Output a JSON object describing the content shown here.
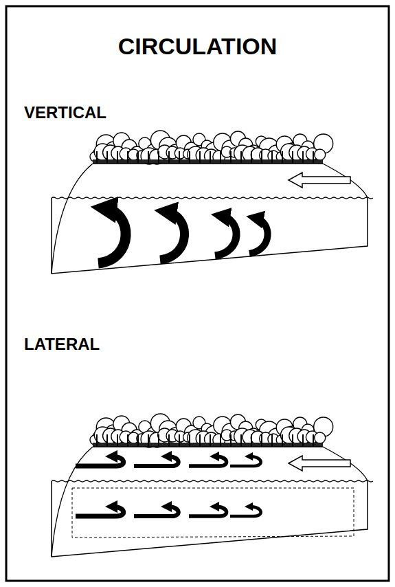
{
  "diagram": {
    "title": "CIRCULATION",
    "labels": [
      "VERTICAL",
      "LATERAL"
    ]
  }
}
